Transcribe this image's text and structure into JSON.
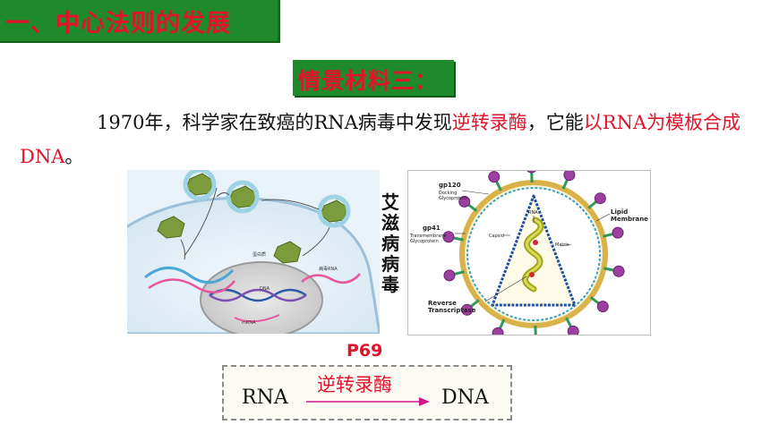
{
  "heading": "一、中心法则的发展",
  "scene": "情景材料三：",
  "paragraph": {
    "part1": "1970年，科学家在致癌的RNA病毒中发现",
    "highlight1": "逆转录酶",
    "part2": "，它能",
    "highlight2": "以RNA为模板合成DNA",
    "part3": "。"
  },
  "hiv_label": "艾滋病病毒",
  "diagram_left": {
    "labels": [
      "DNA",
      "病毒RNA",
      "mRNA",
      "蛋白质"
    ]
  },
  "diagram_right": {
    "gp120": "gp120",
    "gp120_sub1": "Docking",
    "gp120_sub2": "Glycoprotein",
    "gp41": "gp41",
    "gp41_sub1": "Transmembrane",
    "gp41_sub2": "Glycoprotein",
    "lipid1": "Lipid",
    "lipid2": "Membrane",
    "rna": "RNA",
    "capsid": "Capsid",
    "matrix": "Matrix",
    "rt1": "Reverse",
    "rt2": "Transcriptase"
  },
  "page_ref": "P69",
  "flow": {
    "from": "RNA",
    "enzyme": "逆转录酶",
    "to": "DNA"
  },
  "colors": {
    "title_bg": "#1f8a2c",
    "title_text": "#e0142a",
    "highlight": "#e0142a",
    "arrow": "#d4148c"
  }
}
